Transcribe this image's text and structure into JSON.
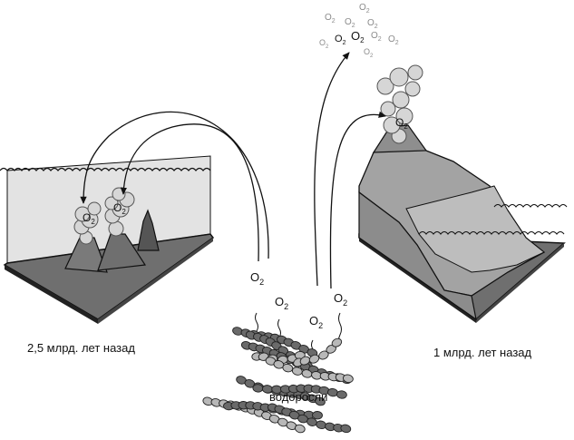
{
  "labels": {
    "left_caption": "2,5 млрд. лет назад",
    "right_caption": "1 млрд. лет назад",
    "algae_caption": "водоросли",
    "oxygen": "O",
    "oxygen_sub": "2"
  },
  "colors": {
    "ground": "#6f6f6f",
    "water": "#e3e3e3",
    "land": "#9b9b9b",
    "smoke": "#d6d6d6",
    "outline": "#111111",
    "algae_dark": "#6a6a6a",
    "algae_light": "#b8b8b8"
  }
}
